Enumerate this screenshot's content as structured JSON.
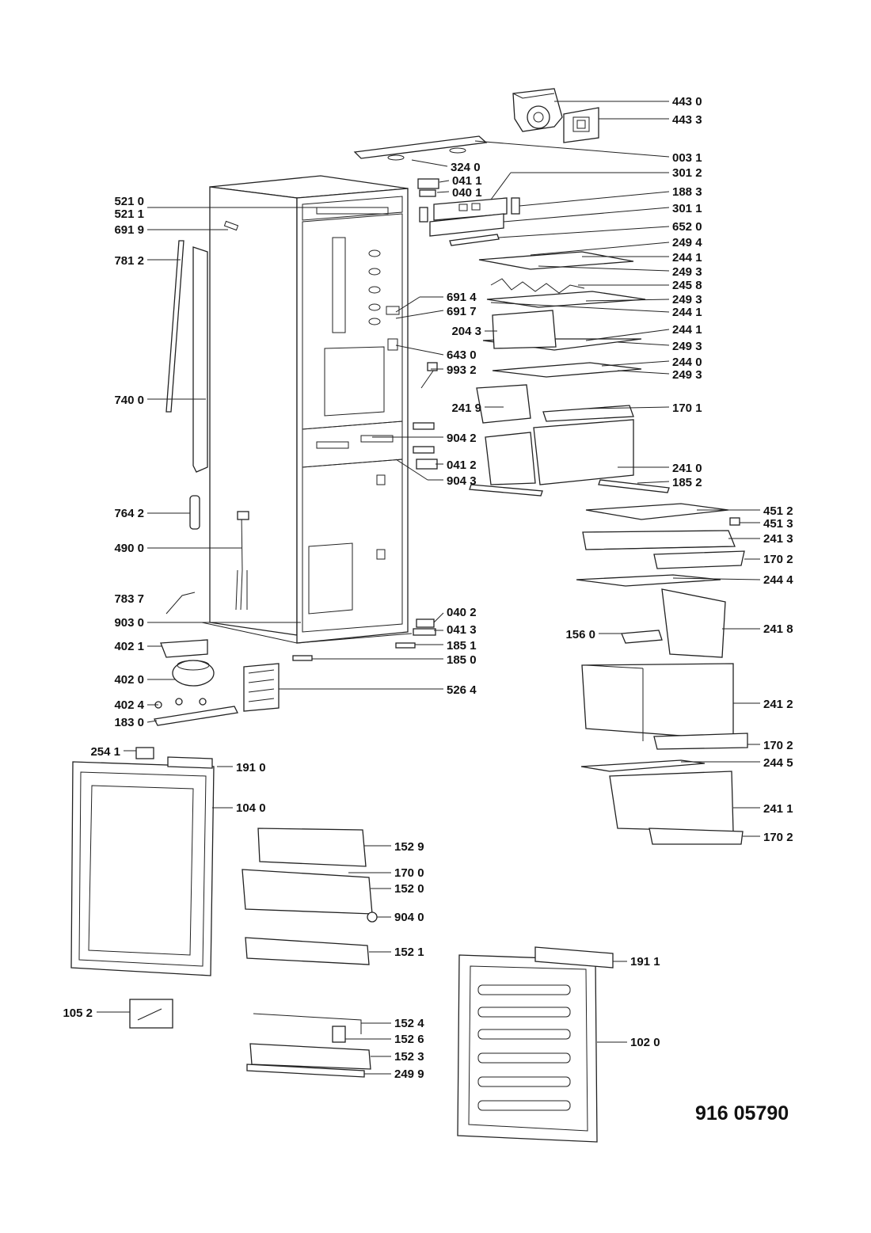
{
  "document_number": "916 05790",
  "callouts": [
    {
      "id": "c4430",
      "text": "443 0"
    },
    {
      "id": "c4433",
      "text": "443 3"
    },
    {
      "id": "c0031",
      "text": "003 1"
    },
    {
      "id": "c3240",
      "text": "324 0"
    },
    {
      "id": "c3012",
      "text": "301 2"
    },
    {
      "id": "c0411",
      "text": "041 1"
    },
    {
      "id": "c0401",
      "text": "040 1"
    },
    {
      "id": "c1883",
      "text": "188 3"
    },
    {
      "id": "c3011",
      "text": "301 1"
    },
    {
      "id": "c5210",
      "text": "521 0"
    },
    {
      "id": "c5211",
      "text": "521 1"
    },
    {
      "id": "c6919",
      "text": "691 9"
    },
    {
      "id": "c6520",
      "text": "652 0"
    },
    {
      "id": "c2494",
      "text": "249 4"
    },
    {
      "id": "c7812",
      "text": "781 2"
    },
    {
      "id": "c2441a",
      "text": "244 1"
    },
    {
      "id": "c2493a",
      "text": "249 3"
    },
    {
      "id": "c2458",
      "text": "245 8"
    },
    {
      "id": "c6914",
      "text": "691 4"
    },
    {
      "id": "c2493b",
      "text": "249 3"
    },
    {
      "id": "c6917",
      "text": "691 7"
    },
    {
      "id": "c2441b",
      "text": "244 1"
    },
    {
      "id": "c2043",
      "text": "204 3"
    },
    {
      "id": "c2441c",
      "text": "244 1"
    },
    {
      "id": "c2493c",
      "text": "249 3"
    },
    {
      "id": "c6430",
      "text": "643 0"
    },
    {
      "id": "c2440",
      "text": "244 0"
    },
    {
      "id": "c9932",
      "text": "993 2"
    },
    {
      "id": "c2493d",
      "text": "249 3"
    },
    {
      "id": "c7400",
      "text": "740 0"
    },
    {
      "id": "c2419",
      "text": "241 9"
    },
    {
      "id": "c1701",
      "text": "170 1"
    },
    {
      "id": "c9042",
      "text": "904 2"
    },
    {
      "id": "c0412",
      "text": "041 2"
    },
    {
      "id": "c2410",
      "text": "241 0"
    },
    {
      "id": "c9043",
      "text": "904 3"
    },
    {
      "id": "c1852",
      "text": "185 2"
    },
    {
      "id": "c4512",
      "text": "451 2"
    },
    {
      "id": "c7642",
      "text": "764 2"
    },
    {
      "id": "c4513",
      "text": "451 3"
    },
    {
      "id": "c2413",
      "text": "241 3"
    },
    {
      "id": "c4900",
      "text": "490 0"
    },
    {
      "id": "c1702a",
      "text": "170 2"
    },
    {
      "id": "c2444",
      "text": "244 4"
    },
    {
      "id": "c7837",
      "text": "783 7"
    },
    {
      "id": "c0402",
      "text": "040 2"
    },
    {
      "id": "c9030",
      "text": "903 0"
    },
    {
      "id": "c0413",
      "text": "041 3"
    },
    {
      "id": "c2418",
      "text": "241 8"
    },
    {
      "id": "c1560",
      "text": "156 0"
    },
    {
      "id": "c4021",
      "text": "402 1"
    },
    {
      "id": "c1851",
      "text": "185 1"
    },
    {
      "id": "c1850",
      "text": "185 0"
    },
    {
      "id": "c4020",
      "text": "402 0"
    },
    {
      "id": "c5264",
      "text": "526 4"
    },
    {
      "id": "c2412",
      "text": "241 2"
    },
    {
      "id": "c4024",
      "text": "402 4"
    },
    {
      "id": "c1830",
      "text": "183 0"
    },
    {
      "id": "c1702b",
      "text": "170 2"
    },
    {
      "id": "c2541",
      "text": "254 1"
    },
    {
      "id": "c2445",
      "text": "244 5"
    },
    {
      "id": "c1910",
      "text": "191 0"
    },
    {
      "id": "c1040",
      "text": "104 0"
    },
    {
      "id": "c2411",
      "text": "241 1"
    },
    {
      "id": "c1702c",
      "text": "170 2"
    },
    {
      "id": "c1529",
      "text": "152 9"
    },
    {
      "id": "c1700",
      "text": "170 0"
    },
    {
      "id": "c1520",
      "text": "152 0"
    },
    {
      "id": "c9040",
      "text": "904 0"
    },
    {
      "id": "c1521",
      "text": "152 1"
    },
    {
      "id": "c1911",
      "text": "191 1"
    },
    {
      "id": "c1052",
      "text": "105 2"
    },
    {
      "id": "c1524",
      "text": "152 4"
    },
    {
      "id": "c1020",
      "text": "102 0"
    },
    {
      "id": "c1526",
      "text": "152 6"
    },
    {
      "id": "c1523",
      "text": "152 3"
    },
    {
      "id": "c2499",
      "text": "249 9"
    }
  ]
}
